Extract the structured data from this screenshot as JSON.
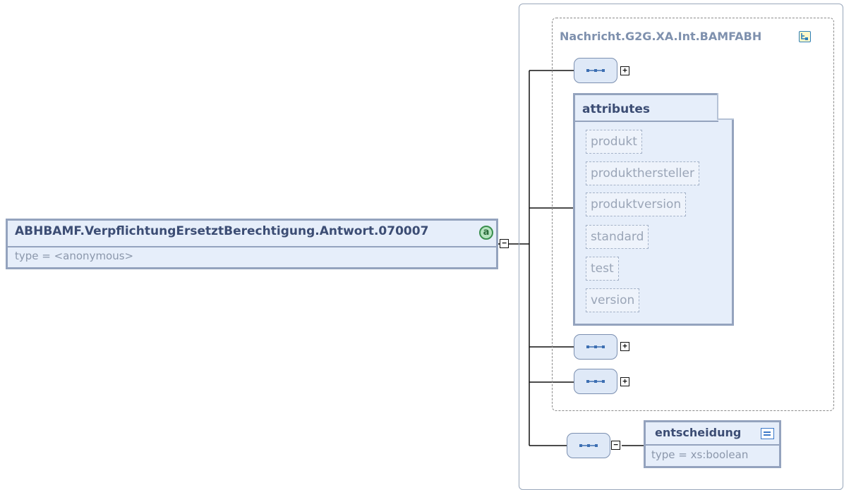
{
  "root_element": {
    "name": "ABHBAMF.VerpflichtungErsetztBerechtigung.Antwort.070007",
    "type": "type = <anonymous>",
    "icon": "attribute-icon",
    "icon_glyph": "a"
  },
  "complex_type": {
    "name": "Nachricht.G2G.XA.Int.BAMFABH",
    "icon": "type-reference-icon"
  },
  "attributes_panel": {
    "header": "attributes",
    "items": [
      "produkt",
      "produkthersteller",
      "produktversion",
      "standard",
      "test",
      "version"
    ]
  },
  "child_element": {
    "name": "entscheidung",
    "type": "type = xs:boolean",
    "icon": "simple-type-icon"
  },
  "toggles": {
    "expand": "+",
    "collapse": "−"
  },
  "colors": {
    "box_fill": "#e6eefa",
    "box_border": "#94a3be",
    "title_text": "#3c4d74",
    "muted_text": "#8b97ab",
    "connector": "#000000"
  }
}
